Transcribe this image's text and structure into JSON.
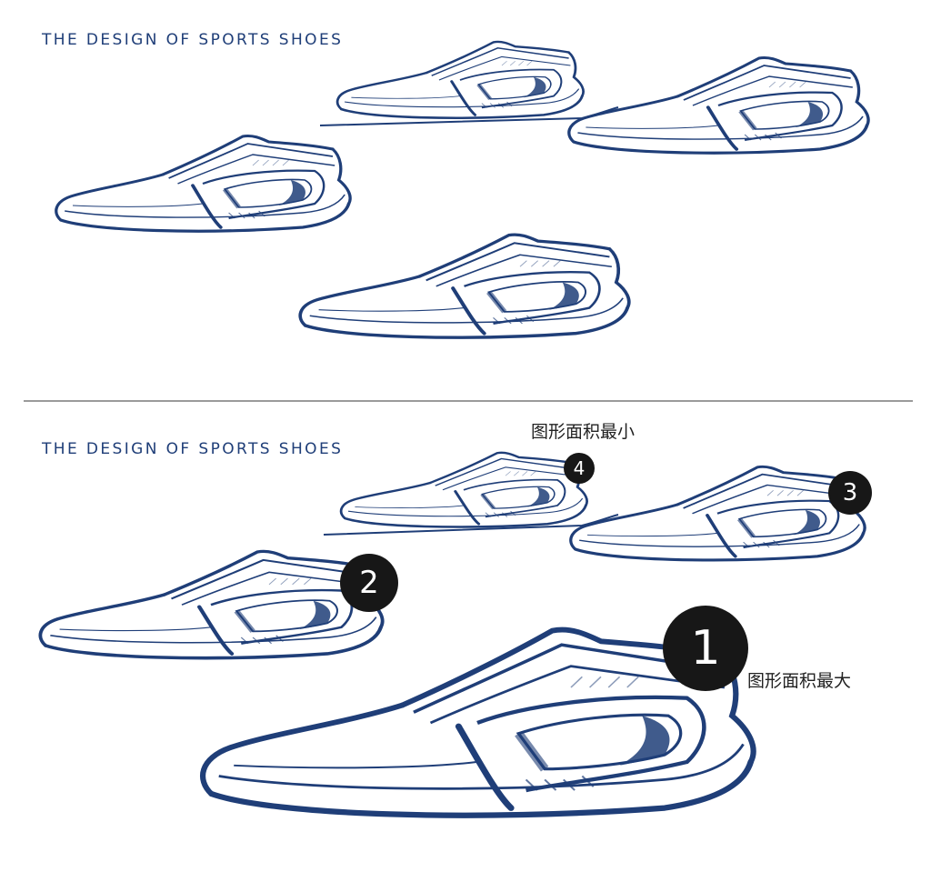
{
  "top_panel": {
    "title": "THE DESIGN OF SPORTS SHOES"
  },
  "bottom_panel": {
    "title": "THE DESIGN OF SPORTS SHOES",
    "badges": [
      "1",
      "2",
      "3",
      "4"
    ],
    "note_largest": "图形面积最大",
    "note_smallest": "图形面积最小"
  },
  "colors": {
    "ink": "#1f3e78",
    "ink_dark": "#15306a",
    "badge": "#171717",
    "divider": "#9a9a9a"
  }
}
